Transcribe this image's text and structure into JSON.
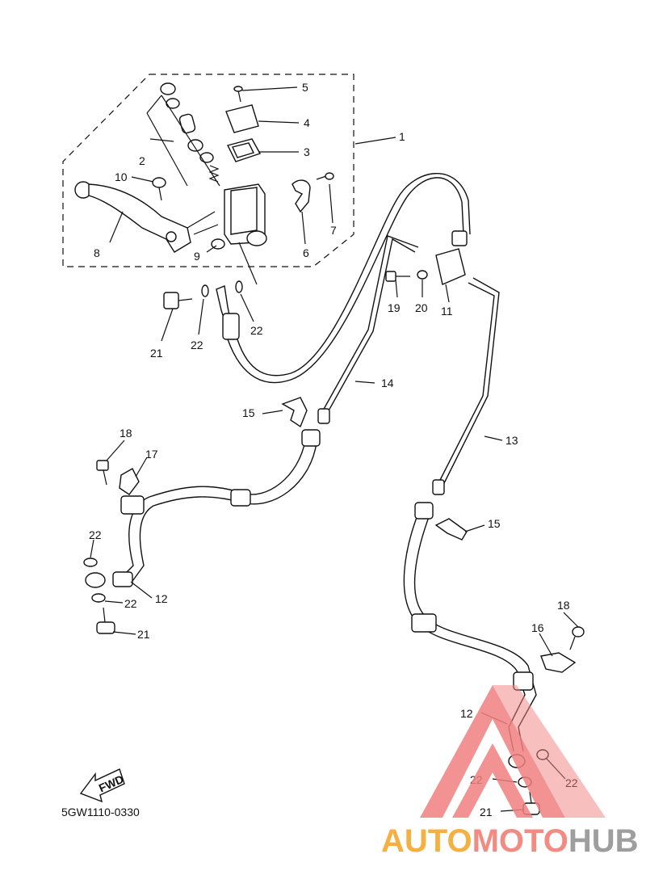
{
  "diagram": {
    "code": "5GW1110-0330",
    "fwd_label": "FWD"
  },
  "callouts": [
    {
      "id": "c1",
      "text": "1"
    },
    {
      "id": "c2",
      "text": "2"
    },
    {
      "id": "c3",
      "text": "3"
    },
    {
      "id": "c4",
      "text": "4"
    },
    {
      "id": "c5",
      "text": "5"
    },
    {
      "id": "c6",
      "text": "6"
    },
    {
      "id": "c7",
      "text": "7"
    },
    {
      "id": "c8",
      "text": "8"
    },
    {
      "id": "c9",
      "text": "9"
    },
    {
      "id": "c10",
      "text": "10"
    },
    {
      "id": "c11",
      "text": "11"
    },
    {
      "id": "c12a",
      "text": "12"
    },
    {
      "id": "c12b",
      "text": "12"
    },
    {
      "id": "c13",
      "text": "13"
    },
    {
      "id": "c14",
      "text": "14"
    },
    {
      "id": "c15a",
      "text": "15"
    },
    {
      "id": "c15b",
      "text": "15"
    },
    {
      "id": "c16",
      "text": "16"
    },
    {
      "id": "c17",
      "text": "17"
    },
    {
      "id": "c18a",
      "text": "18"
    },
    {
      "id": "c18b",
      "text": "18"
    },
    {
      "id": "c19",
      "text": "19"
    },
    {
      "id": "c20",
      "text": "20"
    },
    {
      "id": "c21a",
      "text": "21"
    },
    {
      "id": "c21b",
      "text": "21"
    },
    {
      "id": "c21c",
      "text": "21"
    },
    {
      "id": "c22a",
      "text": "22"
    },
    {
      "id": "c22b",
      "text": "22"
    },
    {
      "id": "c22c",
      "text": "22"
    },
    {
      "id": "c22d",
      "text": "22"
    },
    {
      "id": "c22e",
      "text": "22"
    },
    {
      "id": "c22f",
      "text": "22"
    }
  ],
  "watermark": {
    "part1": "AUTO",
    "part2": "MOTO",
    "part3": "HUB",
    "color1": "#f5b041",
    "color2": "#f28b82",
    "color3": "#9e9e9e",
    "triangle_color": "#f08080"
  }
}
